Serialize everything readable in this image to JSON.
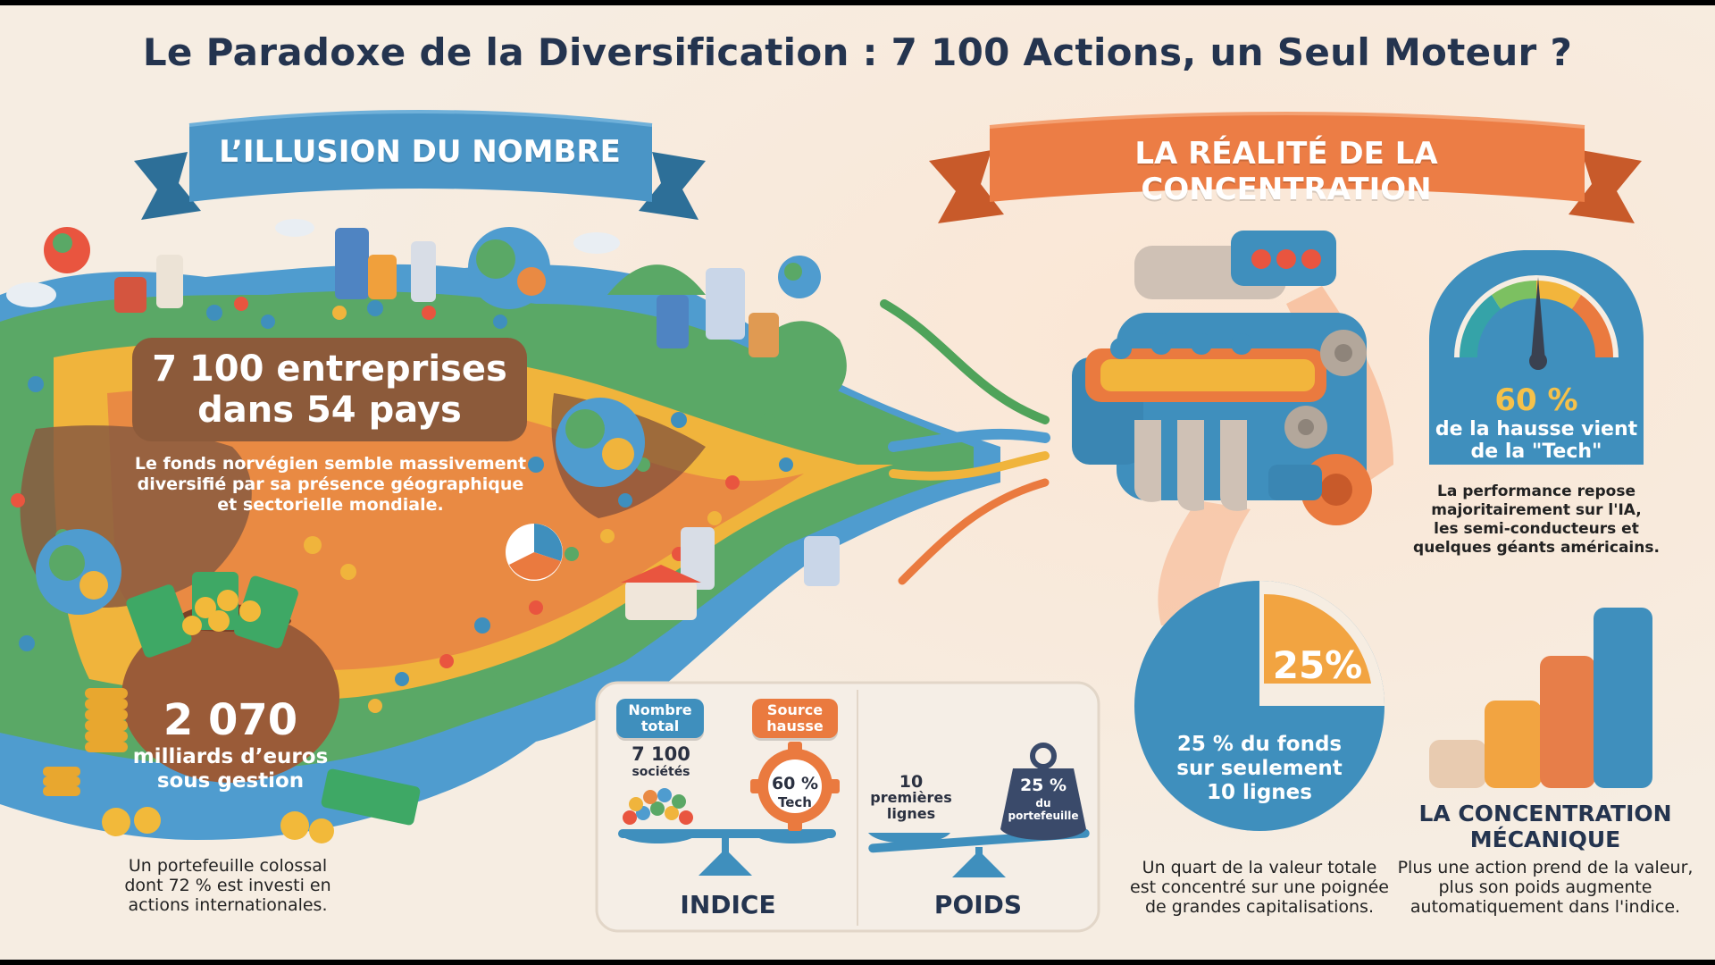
{
  "title": "Le Paradoxe de la Diversification : 7 100 Actions, un Seul Moteur ?",
  "left": {
    "banner": "L’ILLUSION DU NOMBRE",
    "headline_line1": "7 100 entreprises",
    "headline_line2": "dans 54 pays",
    "desc_line1": "Le fonds norvégien semble massivement",
    "desc_line2": "diversifié par sa présence géographique",
    "desc_line3": "et sectorielle mondiale.",
    "amount": "2 070",
    "amount_line1": "milliards d’euros",
    "amount_line2": "sous gestion",
    "note_line1": "Un portefeuille colossal",
    "note_line2": "dont 72 % est investi en",
    "note_line3": "actions internationales."
  },
  "scales": {
    "indice": {
      "label": "INDICE",
      "chip1_line1": "Nombre",
      "chip1_line2": "total",
      "chip2_line1": "Source",
      "chip2_line2": "hausse",
      "count": "7 100",
      "count_sub": "sociétés",
      "gear_value": "60 %",
      "gear_sub": "Tech"
    },
    "poids": {
      "label": "POIDS",
      "left_line1": "10",
      "left_line2": "premières",
      "left_line3": "lignes",
      "weight_value": "25 %",
      "weight_line1": "du",
      "weight_line2": "portefeuille"
    }
  },
  "right": {
    "banner": "LA RÉALITÉ DE LA CONCENTRATION",
    "gauge": {
      "value": "60 %",
      "line1": "de la hausse vient",
      "line2": "de la \"Tech\"",
      "fraction": 0.6,
      "desc_line1": "La performance repose",
      "desc_line2": "majoritairement sur l'IA,",
      "desc_line3": "les semi-conducteurs et",
      "desc_line4": "quelques géants américains."
    },
    "pie": {
      "slice_label": "25%",
      "fraction": 0.25,
      "line1": "25 % du fonds",
      "line2": "sur seulement",
      "line3": "10 lignes",
      "desc_line1": "Un quart de la valeur totale",
      "desc_line2": "est concentré sur une poignée",
      "desc_line3": "de grandes capitalisations."
    },
    "bars": {
      "title_line1": "LA CONCENTRATION",
      "title_line2": "MÉCANIQUE",
      "desc_line1": "Plus une action prend de la valeur,",
      "desc_line2": "plus son poids augmente",
      "desc_line3": "automatiquement dans l'indice."
    }
  },
  "colors": {
    "background": "#f6ede2",
    "blue": "#3f8fbd",
    "orange": "#ea7a3f",
    "brown": "#8c5a3a",
    "navy": "#24344f",
    "green": "#4fa35a"
  }
}
